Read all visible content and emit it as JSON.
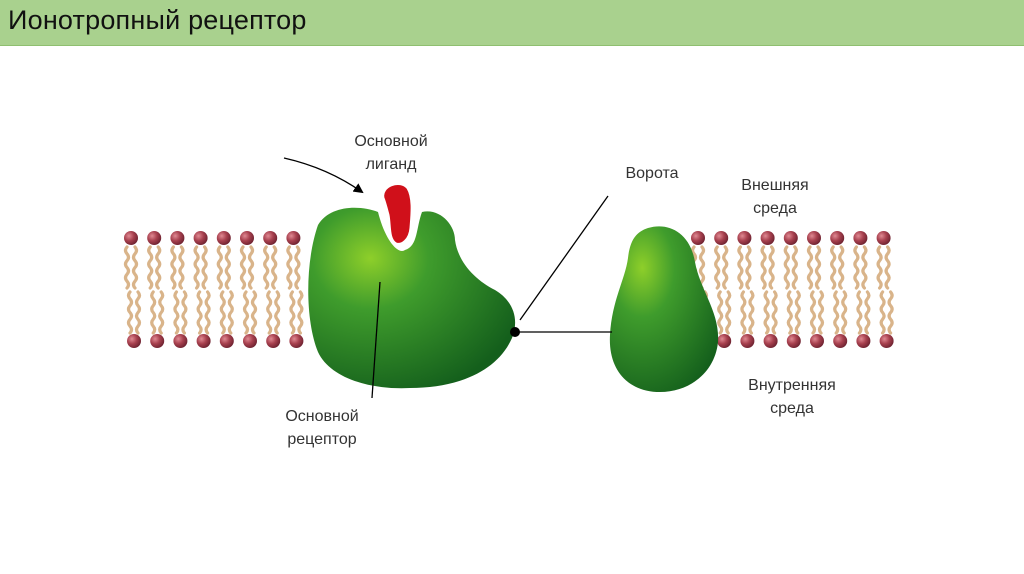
{
  "title": "Ионотропный рецептор",
  "labels": {
    "ligand_line1": "Основной",
    "ligand_line2": "лиганд",
    "gate": "Ворота",
    "outer_line1": "Внешняя",
    "outer_line2": "среда",
    "inner_line1": "Внутренняя",
    "inner_line2": "среда",
    "receptor_line1": "Основной",
    "receptor_line2": "рецептор"
  },
  "colors": {
    "header_bg": "#a9d18e",
    "receptor_green": "#2e8b2e",
    "ligand_red": "#d0101a",
    "lipid_head": "#9b3b48",
    "lipid_tail": "#d9b48a"
  }
}
